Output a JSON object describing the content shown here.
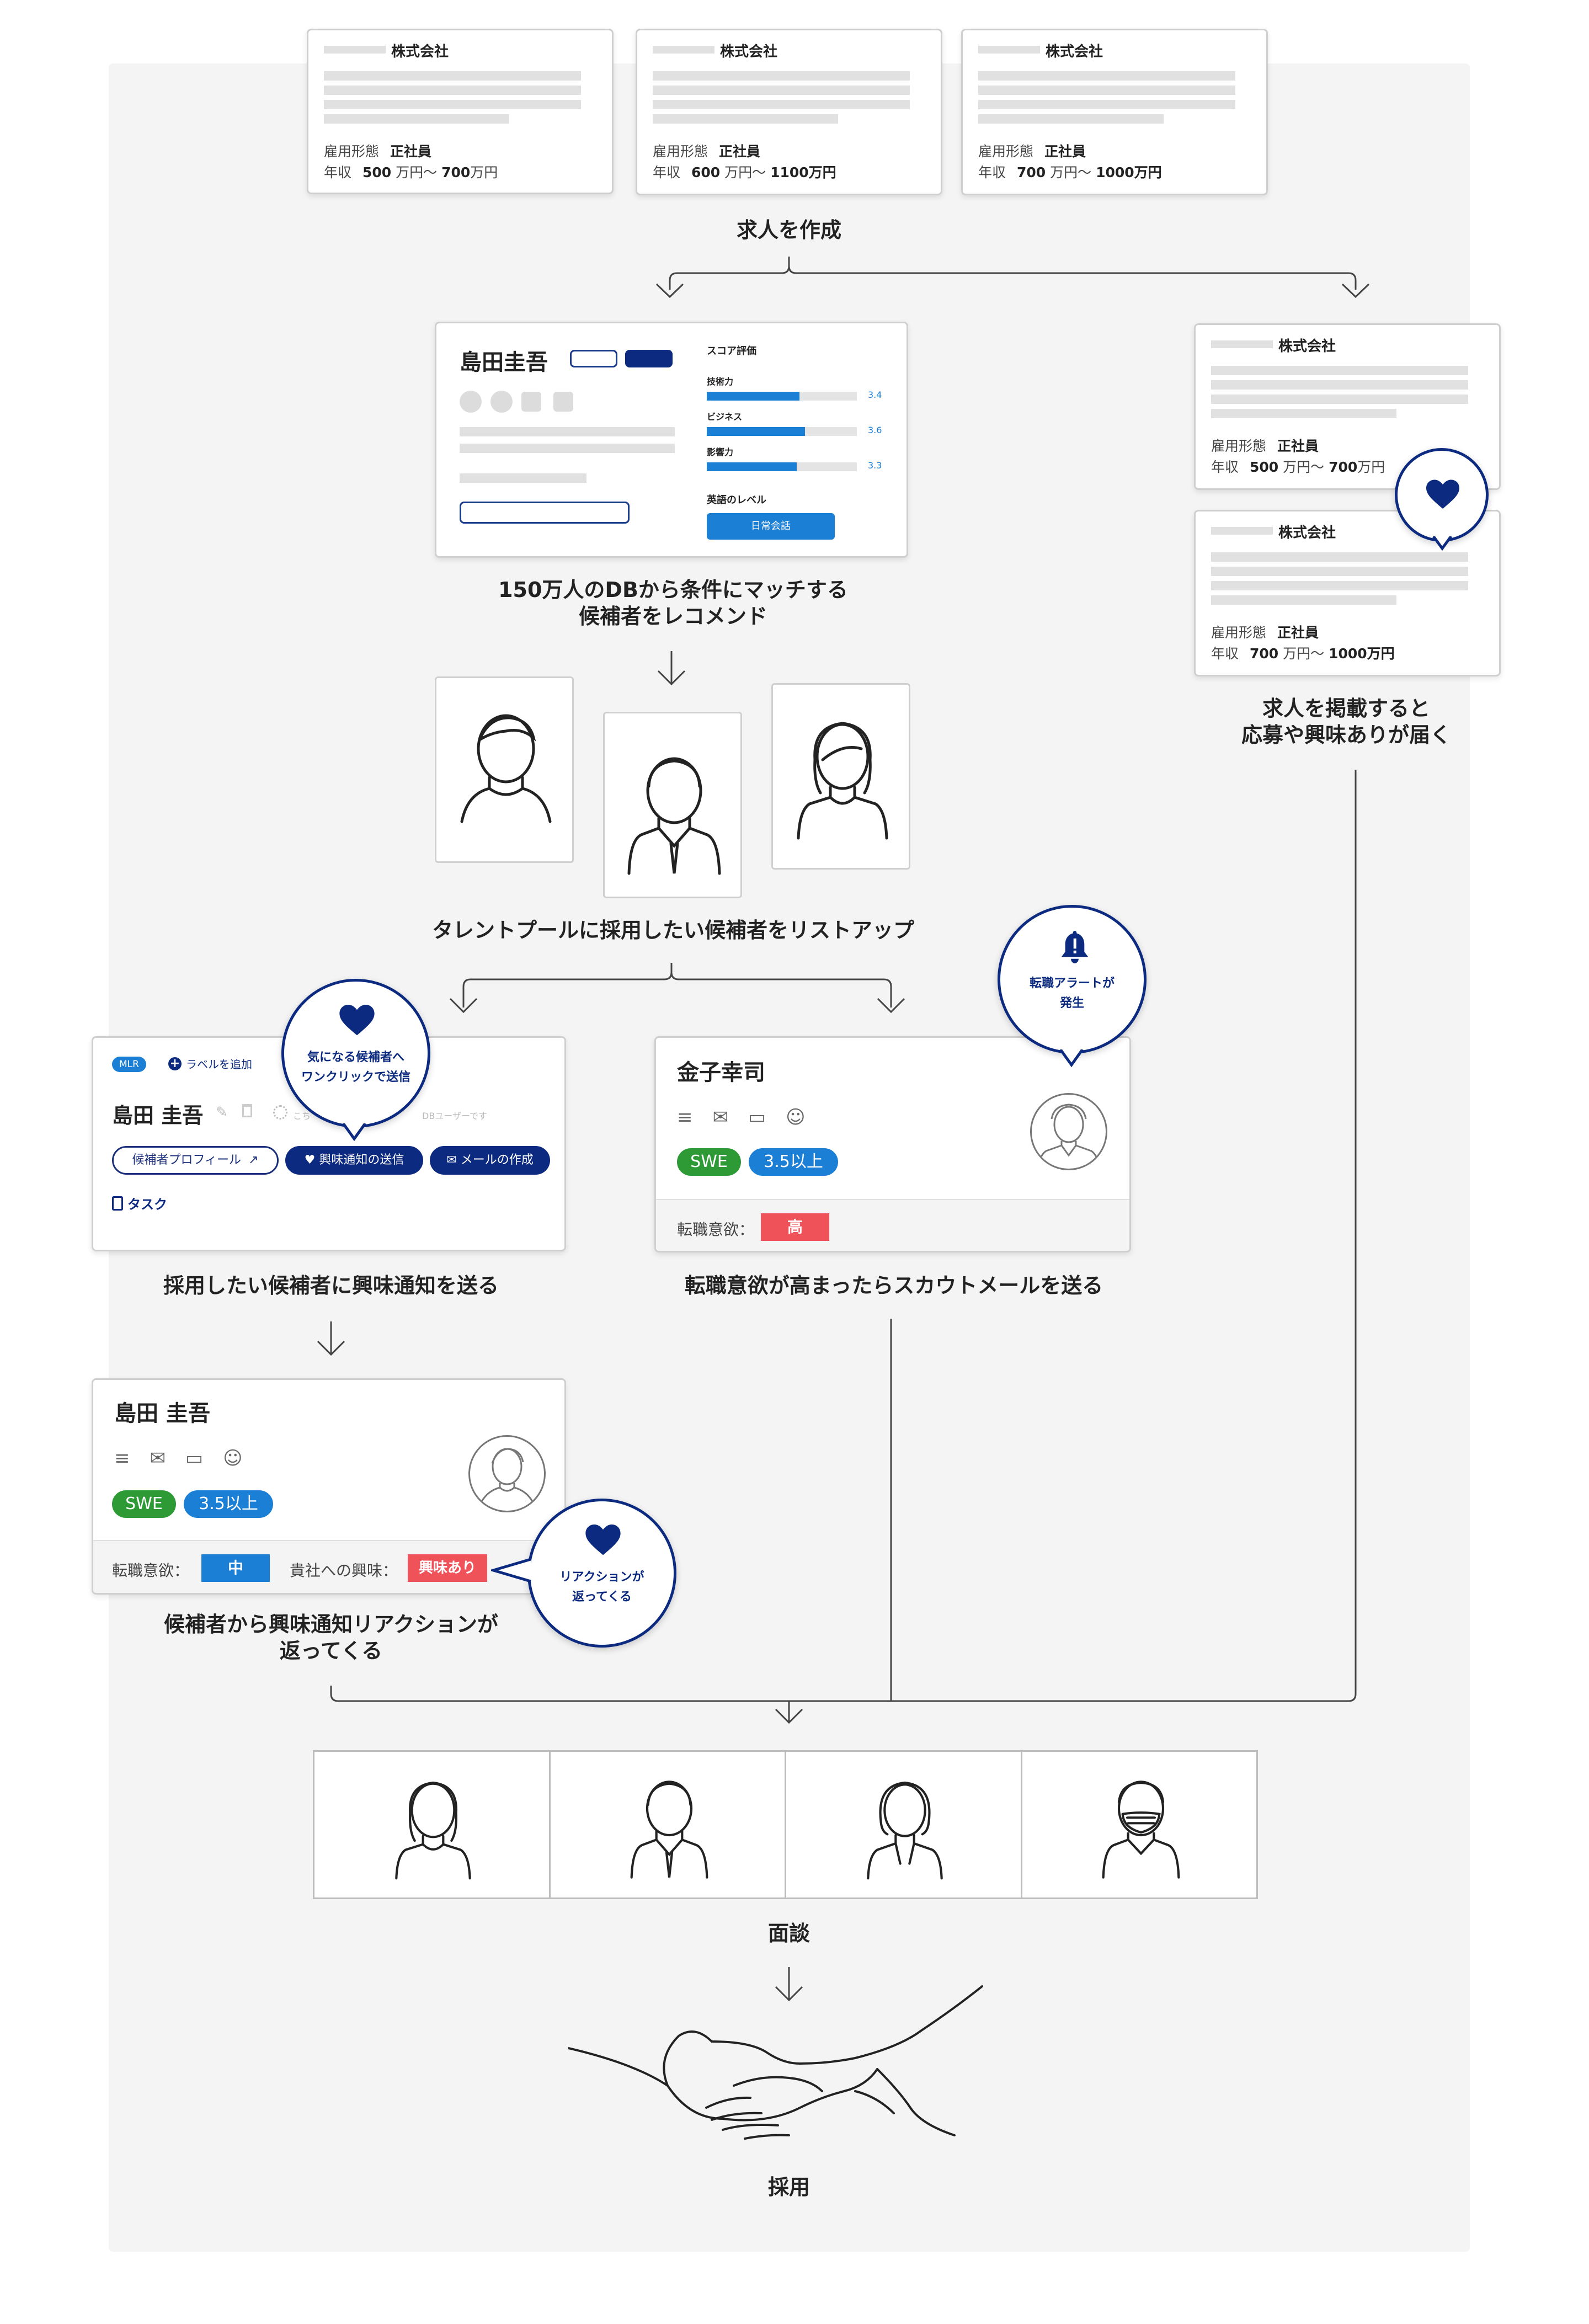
{
  "colors": {
    "navy": "#0b2a80",
    "blue": "#1b7fd6",
    "green": "#2e9a36",
    "red": "#f0525a",
    "gray_bar": "#e1e1e1"
  },
  "job_cards": [
    {
      "company": "株式会社",
      "employment_label": "雇用形態",
      "employment_value": "正社員",
      "salary_label": "年収",
      "salary_min": "500",
      "salary_mid": "万円〜",
      "salary_max": "700",
      "salary_unit": "万円"
    },
    {
      "company": "株式会社",
      "employment_label": "雇用形態",
      "employment_value": "正社員",
      "salary_label": "年収",
      "salary_min": "600",
      "salary_mid": "万円〜",
      "salary_max": "1100万円",
      "salary_unit": ""
    },
    {
      "company": "株式会社",
      "employment_label": "雇用形態",
      "employment_value": "正社員",
      "salary_label": "年収",
      "salary_min": "700",
      "salary_mid": "万円〜",
      "salary_max": "1000万円",
      "salary_unit": ""
    }
  ],
  "side_job_cards": [
    {
      "company": "株式会社",
      "employment_label": "雇用形態",
      "employment_value": "正社員",
      "salary_label": "年収",
      "salary_min": "500",
      "salary_mid": "万円〜",
      "salary_max": "700",
      "salary_unit": "万円"
    },
    {
      "company": "株式会社",
      "employment_label": "雇用形態",
      "employment_value": "正社員",
      "salary_label": "年収",
      "salary_min": "700",
      "salary_mid": "万円〜",
      "salary_max": "1000万円",
      "salary_unit": ""
    }
  ],
  "steps": {
    "create_job": "求人を作成",
    "recommend": "150万人のDBから条件にマッチする\n候補者をレコメンド",
    "posting": "求人を掲載すると\n応募や興味ありが届く",
    "listup": "タレントプールに採用したい候補者をリストアップ",
    "send_interest": "採用したい候補者に興味通知を送る",
    "scout": "転職意欲が高まったらスカウトメールを送る",
    "reaction": "候補者から興味通知リアクションが\n返ってくる",
    "interview": "面談",
    "hire": "採用"
  },
  "recommend_card": {
    "name": "島田圭吾",
    "score_title": "スコア評価",
    "scores": [
      {
        "label": "技術力",
        "value": 3.4,
        "text": "3.4"
      },
      {
        "label": "ビジネス",
        "value": 3.6,
        "text": "3.6"
      },
      {
        "label": "影響力",
        "value": 3.3,
        "text": "3.3"
      }
    ],
    "score_max": 5,
    "english_title": "英語のレベル",
    "english_value": "日常会話"
  },
  "shimada_card": {
    "badge": "MLR",
    "add_label": "ラベルを追加",
    "name": "島田 圭吾",
    "note_hint": "こち",
    "user_hint": "DBユーザーです",
    "profile_btn": "候補者プロフィール",
    "interest_btn": "興味通知の送信",
    "mail_btn": "メールの作成",
    "task": "タスク"
  },
  "bubble_interest": {
    "text": "気になる候補者へ\nワンクリックで送信",
    "icon": "heart-icon"
  },
  "bubble_alert": {
    "text": "転職アラートが\n発生",
    "icon": "bell-icon"
  },
  "bubble_posting": {
    "icon": "heart-icon"
  },
  "bubble_reaction": {
    "text": "リアクションが\n返ってくる",
    "icon": "heart-icon"
  },
  "kaneko_card": {
    "name": "金子幸司",
    "tag1": "SWE",
    "tag2": "3.5以上",
    "motivation_label": "転職意欲：",
    "motivation_value": "高"
  },
  "shimada_result": {
    "name": "島田 圭吾",
    "tag1": "SWE",
    "tag2": "3.5以上",
    "motivation_label": "転職意欲：",
    "motivation_value": "中",
    "interest_label": "貴社への興味：",
    "interest_value": "興味あり"
  }
}
